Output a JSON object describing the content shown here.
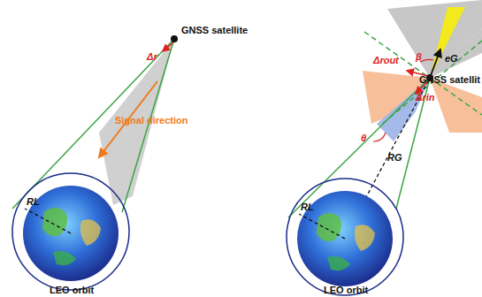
{
  "diagram": {
    "labels": [
      "GNSS satellite",
      "Δr",
      "Signal direction",
      "RL",
      "LEO orbit",
      "GNSS satellit",
      "eG",
      "β",
      "Δrout",
      "Δrin",
      "θ",
      "RG",
      "RL",
      "LEO orbit"
    ]
  }
}
